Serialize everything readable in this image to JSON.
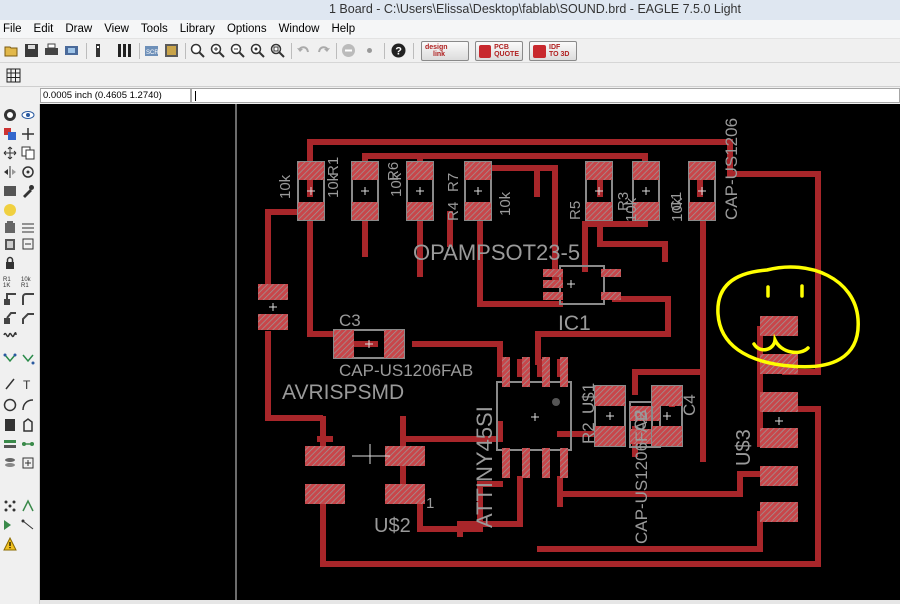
{
  "window": {
    "title": "1 Board - C:\\Users\\Elissa\\Desktop\\fablab\\SOUND.brd - EAGLE 7.5.0 Light"
  },
  "menu": [
    "File",
    "Edit",
    "Draw",
    "View",
    "Tools",
    "Library",
    "Options",
    "Window",
    "Help"
  ],
  "toolbar": {
    "icons": [
      "open-icon",
      "save-icon",
      "print-icon",
      "cam-icon",
      "script-icon",
      "run-ulp-icon",
      "use-library-icon",
      "drc-icon",
      "zoom-fit-icon",
      "zoom-in-icon",
      "zoom-out-icon",
      "zoom-redraw-icon",
      "zoom-select-icon",
      "undo-icon",
      "redo-icon",
      "stop-icon",
      "go-icon",
      "help-icon"
    ],
    "designlink": {
      "line1": "design",
      "line2": "link"
    },
    "pcb_quote": {
      "line1": "PCB",
      "line2": "QUOTE"
    },
    "idf_to_3d": {
      "line1": "IDF",
      "line2": "TO 3D"
    }
  },
  "gridbar": {
    "icon": "grid-icon"
  },
  "coordinates": {
    "value": "0.0005 inch (0.4605 1.2740)"
  },
  "command": {
    "value": ""
  },
  "palette_icons": [
    "info-icon",
    "show-icon",
    "display-icon",
    "mark-icon",
    "move-icon",
    "copy-icon",
    "mirror-icon",
    "rotate-icon",
    "group-icon",
    "change-icon",
    "delete-icon",
    "add-icon",
    "lock-icon",
    "paste-icon",
    "smash-icon",
    "value-icon",
    "split-icon",
    "miter-icon",
    "optimize-icon",
    "meander-icon",
    "route-icon",
    "ripup-icon",
    "wire-icon",
    "text-icon",
    "circle-icon",
    "arc-icon",
    "rect-icon",
    "polygon-icon",
    "via-icon",
    "signal-icon",
    "hole-icon",
    "attribute-icon",
    "ratsnest-icon",
    "autorouter-icon",
    "erc-icon",
    "drc-check-icon",
    "errors-icon"
  ],
  "colors": {
    "canvas": "#000000",
    "trace": "#a8262a",
    "pad": "#c8464a",
    "label": "#9a9a9a",
    "annotation": "#ffff00",
    "origin": "#ffffff"
  },
  "board": {
    "labels": {
      "r1_value": "10k",
      "r1_name": "R1",
      "r2_value": "10k",
      "r2_name": "R6",
      "r4_name": "R4",
      "r7_name": "R7",
      "r7_value": "10k",
      "r5_name": "R5",
      "r3_value": "10k",
      "r3_name": "R3",
      "c1_name": "C1",
      "c1_value": "CAP-US1206",
      "opamp_value": "OPAMPSOT23-5",
      "ic1": "IC1",
      "c3_name": "C3",
      "c3_value": "CAP-US1206FAB",
      "avrisp": "AVRISPSMD",
      "attiny": "ATTINY45SI",
      "u1": "U$1",
      "r2b": "R2",
      "c2": "C2",
      "cap_fab": "CAP-US1206FAB",
      "c4": "C4",
      "u3": "U$3",
      "u2": "U$2",
      "pin1": "1"
    }
  }
}
